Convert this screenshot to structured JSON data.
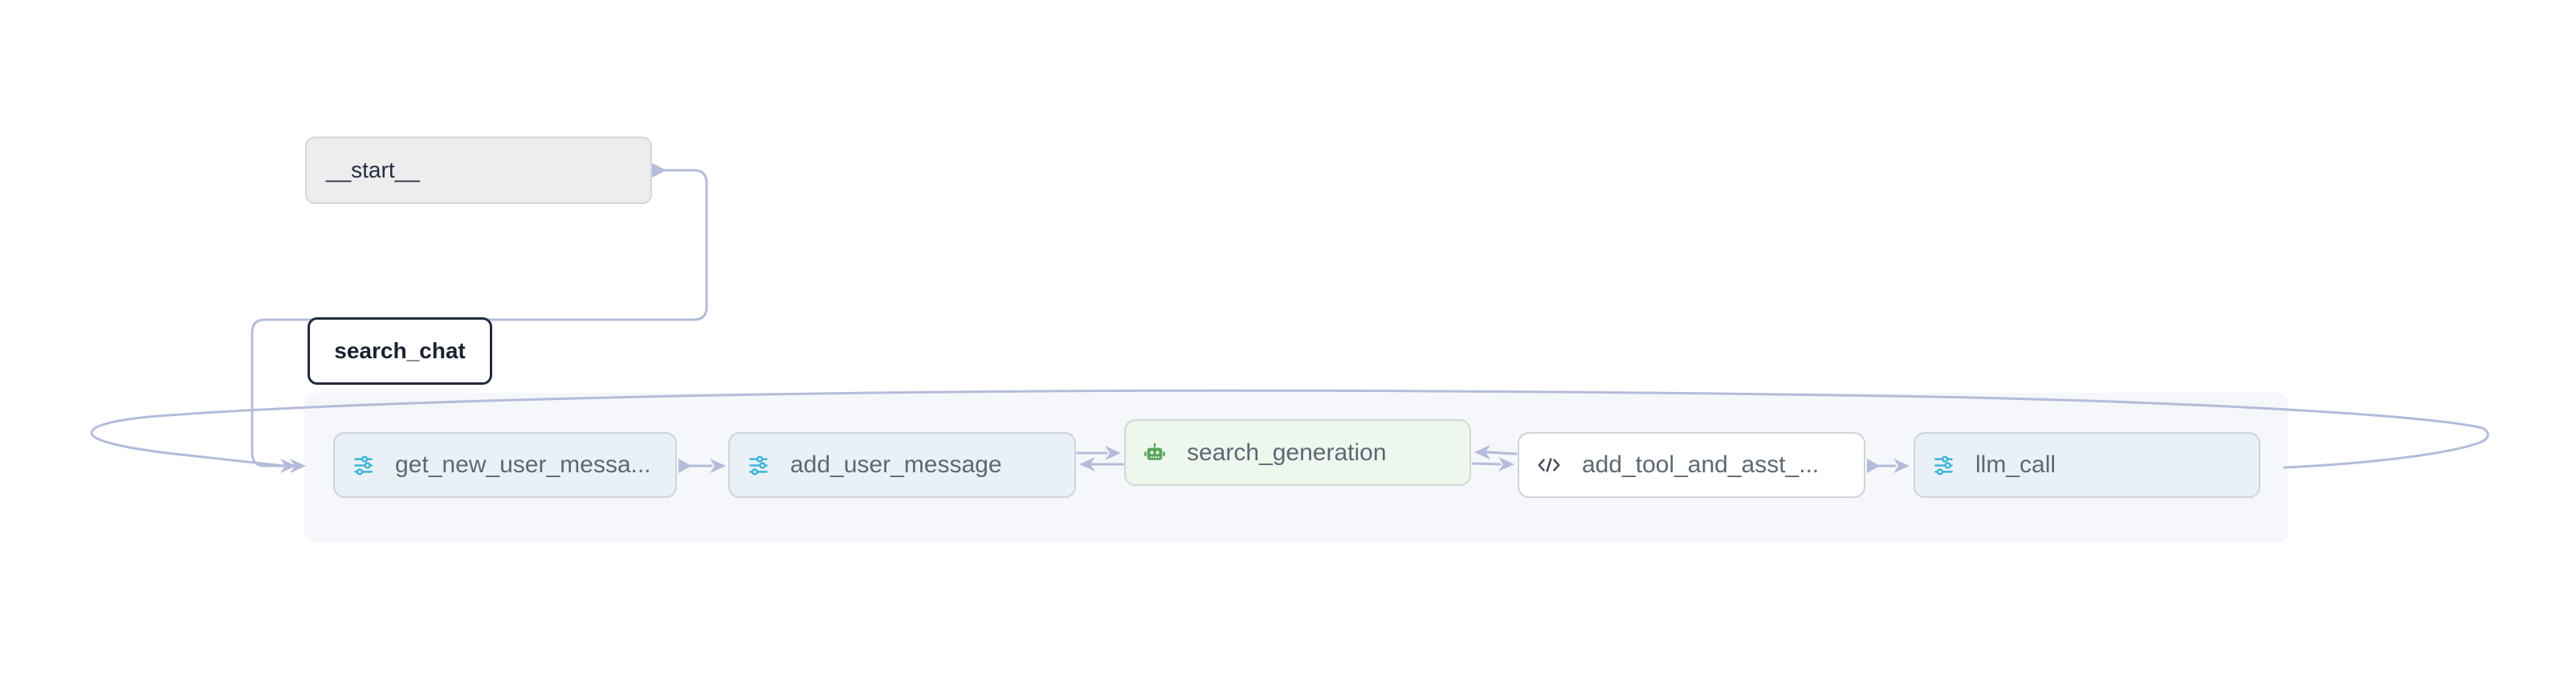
{
  "app": {
    "type": "graph-canvas",
    "background": "#ffffff"
  },
  "graph": {
    "edge_color": "#b4bcd9",
    "subgraph_panel_bg": "#f5f7fa",
    "label_color": "#5e6873",
    "nodes": {
      "start": {
        "label": "__start__",
        "bg": "#ededed",
        "border": "#d6d6d6",
        "text_color": "#232c3d"
      },
      "search_chat": {
        "label": "search_chat",
        "bg": "#ffffff",
        "border": "#222b3a",
        "text_color": "#1a2230",
        "style": "subgraph-header"
      },
      "get_new_user_message": {
        "label": "get_new_user_messa...",
        "icon": "sliders-icon",
        "bg": "#e9f1f7"
      },
      "add_user_message": {
        "label": "add_user_message",
        "icon": "sliders-icon",
        "bg": "#e9f1f7"
      },
      "search_generation": {
        "label": "search_generation",
        "icon": "robot-icon",
        "bg": "#eef7ee"
      },
      "add_tool_and_asst": {
        "label": "add_tool_and_asst_...",
        "icon": "code-icon",
        "bg": "#ffffff"
      },
      "llm_call": {
        "label": "llm_call",
        "icon": "sliders-icon",
        "bg": "#e9f1f7"
      }
    },
    "icon_colors": {
      "sliders": "#3fb3d9",
      "robot": "#5ba65e",
      "code": "#3d434d"
    },
    "edges": [
      {
        "from": "__start__",
        "to": "get_new_user_message",
        "shape": "elbow"
      },
      {
        "from": "llm_call",
        "to": "get_new_user_message",
        "shape": "loop-around-left"
      },
      {
        "from": "get_new_user_message",
        "to": "add_user_message"
      },
      {
        "from": "add_user_message",
        "to": "search_generation"
      },
      {
        "from": "search_generation",
        "to": "add_user_message"
      },
      {
        "from": "search_generation",
        "to": "add_tool_and_asst"
      },
      {
        "from": "add_tool_and_asst",
        "to": "search_generation"
      },
      {
        "from": "add_tool_and_asst",
        "to": "llm_call"
      }
    ]
  }
}
